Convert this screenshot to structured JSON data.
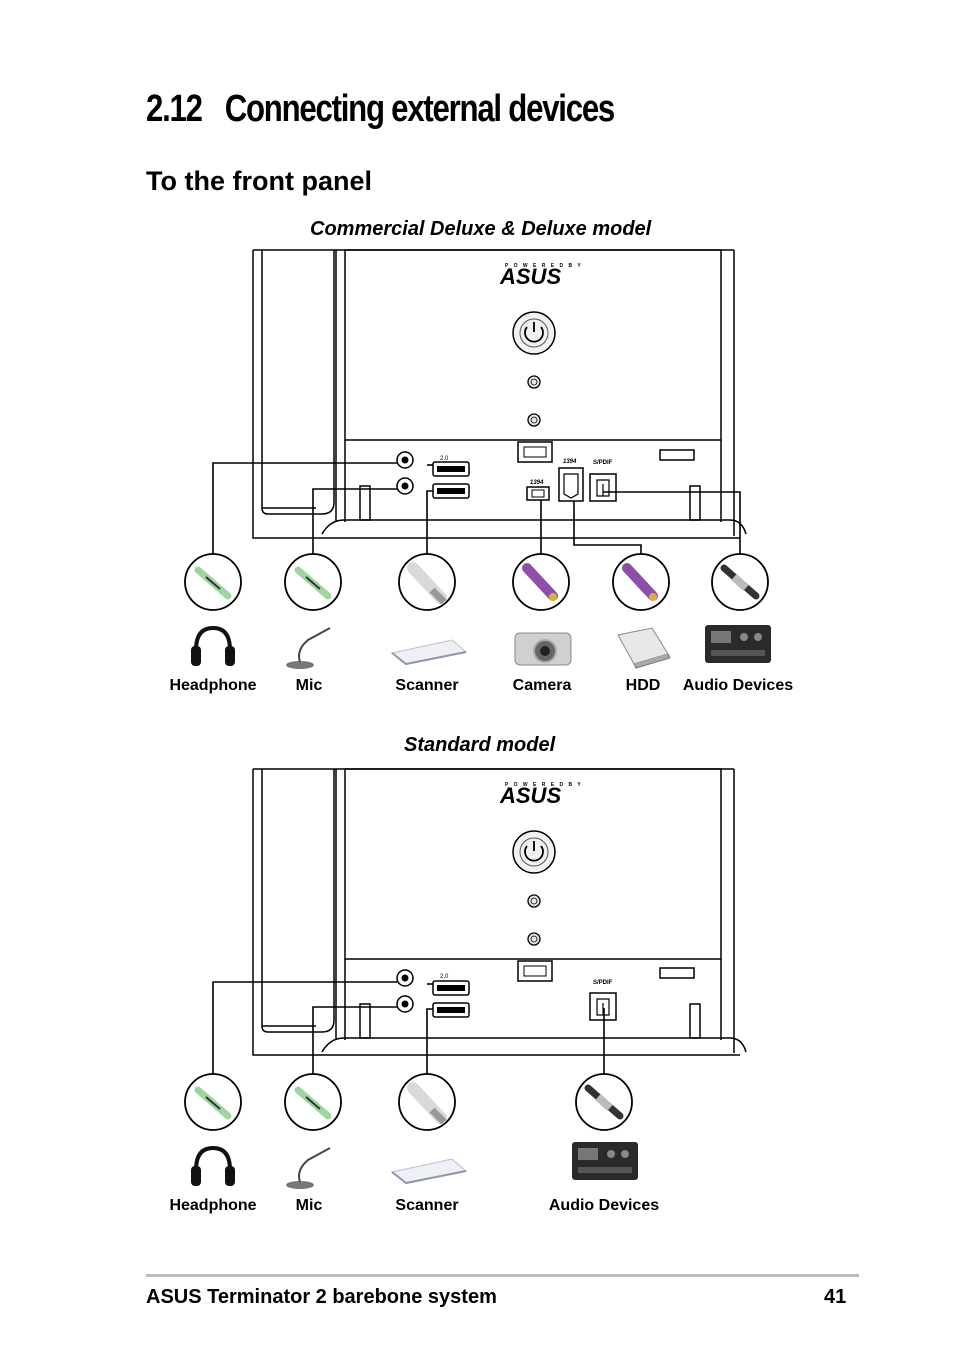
{
  "heading": {
    "number": "2.12",
    "title": "Connecting external devices"
  },
  "subheading": "To the front panel",
  "diagrams": [
    {
      "caption": "Commercial Deluxe & Deluxe model",
      "brand_small": "P O W E R E D   B Y",
      "brand": "ASUS",
      "port_labels": {
        "usb_version": "2.0",
        "firewire_small": "1394",
        "firewire_large": "1394",
        "spdif": "S/PDIF"
      },
      "devices": [
        "Headphone",
        "Mic",
        "Scanner",
        "Camera",
        "HDD",
        "Audio Devices"
      ]
    },
    {
      "caption": "Standard model",
      "brand_small": "P O W E R E D   B Y",
      "brand": "ASUS",
      "port_labels": {
        "usb_version": "2.0",
        "spdif": "S/PDIF"
      },
      "devices": [
        "Headphone",
        "Mic",
        "Scanner",
        "Audio Devices"
      ]
    }
  ],
  "footer": {
    "title": "ASUS Terminator 2 barebone system",
    "page": "41"
  },
  "colors": {
    "plug_green": "#9fd6a0",
    "plug_purple": "#8e4fa8",
    "plug_gray": "#d9d9d9",
    "line": "#000000"
  }
}
